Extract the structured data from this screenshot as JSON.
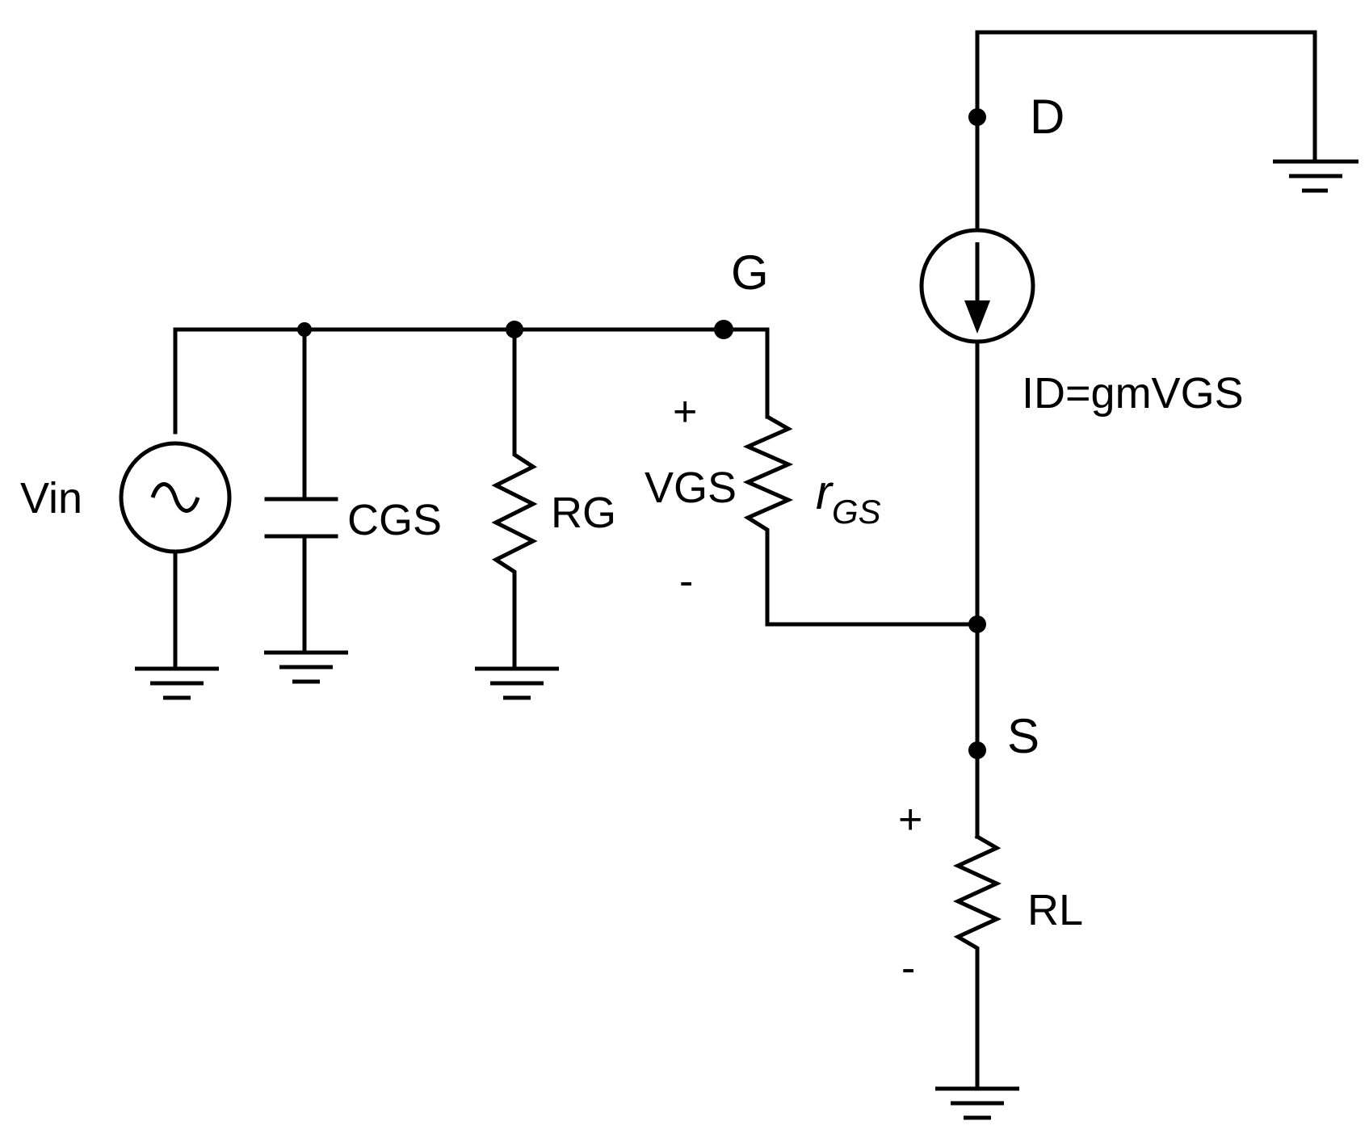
{
  "nodes": {
    "drain": "D",
    "gate": "G",
    "source": "S"
  },
  "components": {
    "vin": "Vin",
    "cgs": "CGS",
    "rg": "RG",
    "rgs_main": "r",
    "rgs_sub": "GS",
    "rl": "RL",
    "current_source": "ID=gmVGS",
    "vgs": "VGS"
  },
  "signs": {
    "vgs_plus": "+",
    "vgs_minus": "-",
    "rl_plus": "+",
    "rl_minus": "-"
  },
  "icons": {
    "ac_source": "sine-wave-icon",
    "current_source": "down-arrow-icon",
    "ground": "ground-icon"
  },
  "colors": {
    "wire": "#000000",
    "background": "#ffffff"
  }
}
